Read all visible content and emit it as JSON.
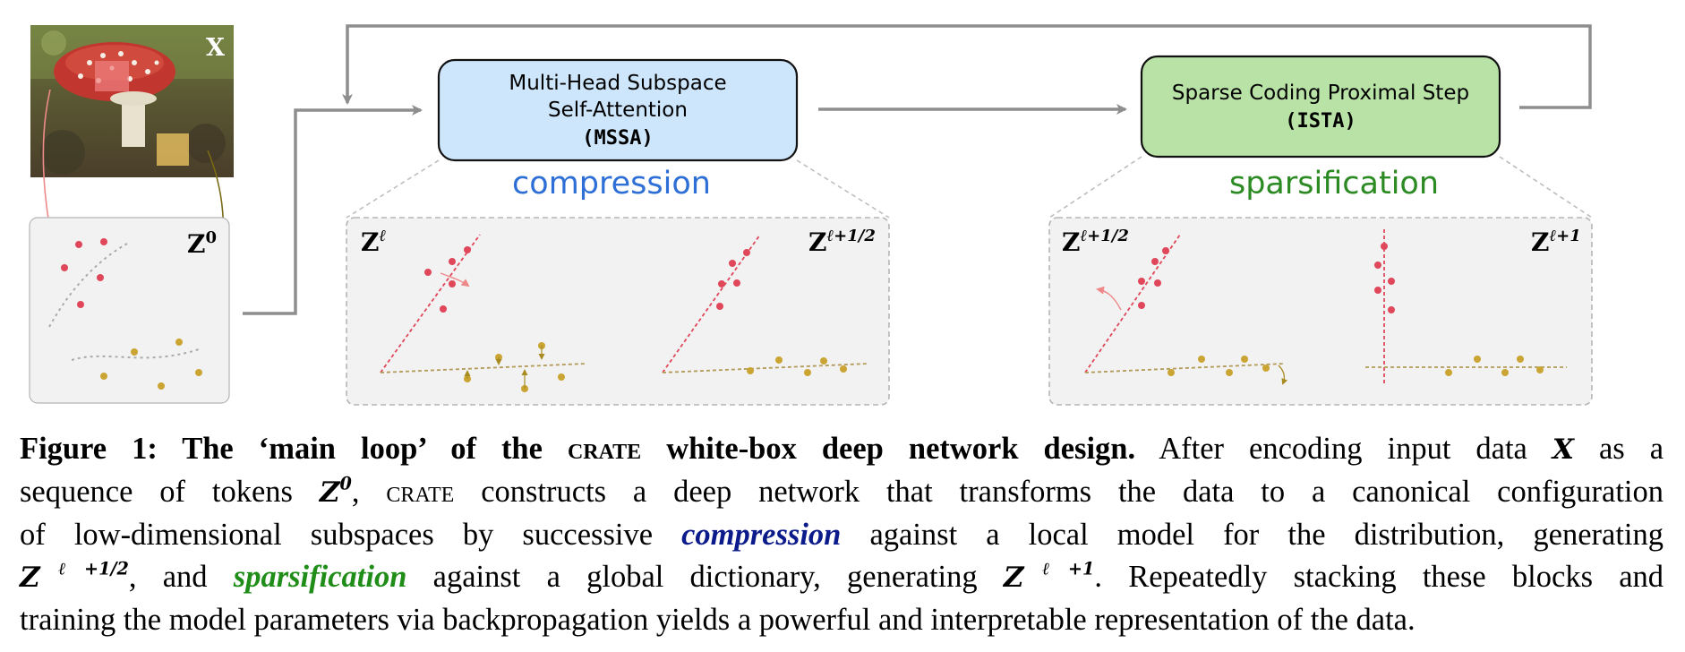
{
  "figure": {
    "input_label": "X",
    "z0_label": "Z",
    "z0_sup": "0",
    "mssa_block": {
      "line1": "Multi-Head Subspace",
      "line2": "Self-Attention",
      "line3": "(MSSA)",
      "fill": "#cde6fb",
      "stage_label": "compression",
      "stage_color": "#2d6fd6"
    },
    "ista_block": {
      "line1": "Sparse Coding Proximal Step",
      "line2": "(ISTA)",
      "fill": "#b9e3a6",
      "stage_label": "sparsification",
      "stage_color": "#2b8a22"
    },
    "panel_mssa": {
      "left_label": "Z",
      "left_sup": "ℓ",
      "right_label": "Z",
      "right_sup": "ℓ+1/2"
    },
    "panel_ista": {
      "left_label": "Z",
      "left_sup": "ℓ+1/2",
      "right_label": "Z",
      "right_sup": "ℓ+1"
    },
    "colors": {
      "red_token": "#e0475a",
      "yellow_token": "#cba533",
      "arrow": "#8e8e8e"
    }
  },
  "caption": {
    "lead": "Figure 1: The ‘main loop’ of the",
    "crate": "crate",
    "lead_end": "white-box deep network design.",
    "s1a": "After encoding input data",
    "x": "X",
    "s1b": "as a",
    "s2a": "sequence of tokens",
    "z": "Z",
    "z0_sup": "0",
    "s2b": ",",
    "crate2": "crate",
    "s2c": "constructs a deep network that transforms the data to a canonical configuration",
    "s3a": "of low-dimensional subspaces by successive",
    "compression": "compression",
    "s3b": "against a local model for the distribution, generating",
    "z_half_sup": "ℓ+1/2",
    "s4a": ", and",
    "sparsification": "sparsification",
    "s4b": "against a global dictionary, generating",
    "z_next_sup": "ℓ+1",
    "s4c": ". Repeatedly stacking these blocks and",
    "s5": "training the model parameters via backpropagation yields a powerful and interpretable representation of the data."
  }
}
